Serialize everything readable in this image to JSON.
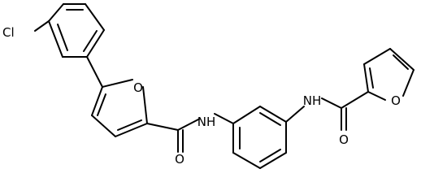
{
  "molecule": {
    "atom_labels": {
      "cl": "Cl",
      "furan_o_left": "O",
      "amide_nh_left": "NH",
      "carbonyl_o_left": "O",
      "amide_nh_right": "NH",
      "carbonyl_o_right": "O",
      "furan_o_right": "O"
    }
  },
  "colors": {
    "bond": "#000000",
    "label": "#000000",
    "background": "#ffffff"
  }
}
